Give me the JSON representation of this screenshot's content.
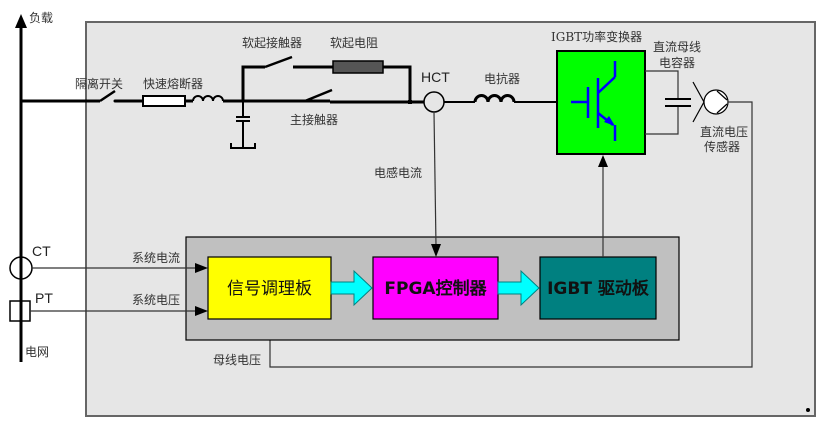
{
  "diagram": {
    "title": "",
    "colors": {
      "panel": "#e6e6e6",
      "inner_panel": "#c0c0c0",
      "signal_board": "#ffff00",
      "fpga": "#ff00ff",
      "igbt_driver": "#008080",
      "igbt_converter": "#00ff00",
      "igbt_symbol": "#0000ff",
      "flow_arrow": "#00ffff",
      "soft_resistor": "#555555"
    },
    "bus": {
      "load_label": "负载",
      "grid_label": "电网",
      "ct_label": "CT",
      "pt_label": "PT"
    },
    "main_circuit": {
      "isolation_switch": "隔离开关",
      "fast_fuse": "快速熔断器",
      "soft_start_contactor": "软起接触器",
      "soft_start_resistor": "软起电阻",
      "main_contactor": "主接触器",
      "hct": "HCT",
      "reactor": "电抗器",
      "igbt_converter": "IGBT功率变换器",
      "dc_bus_capacitor_line1": "直流母线",
      "dc_bus_capacitor_line2": "电容器",
      "dc_voltage_sensor_line1": "直流电压",
      "dc_voltage_sensor_line2": "传感器"
    },
    "control": {
      "signal_board": "信号调理板",
      "fpga_controller": "FPGA控制器",
      "igbt_driver": "IGBT 驱动板",
      "system_current": "系统电流",
      "system_voltage": "系统电压",
      "inductor_current": "电感电流",
      "bus_voltage": "母线电压"
    }
  }
}
